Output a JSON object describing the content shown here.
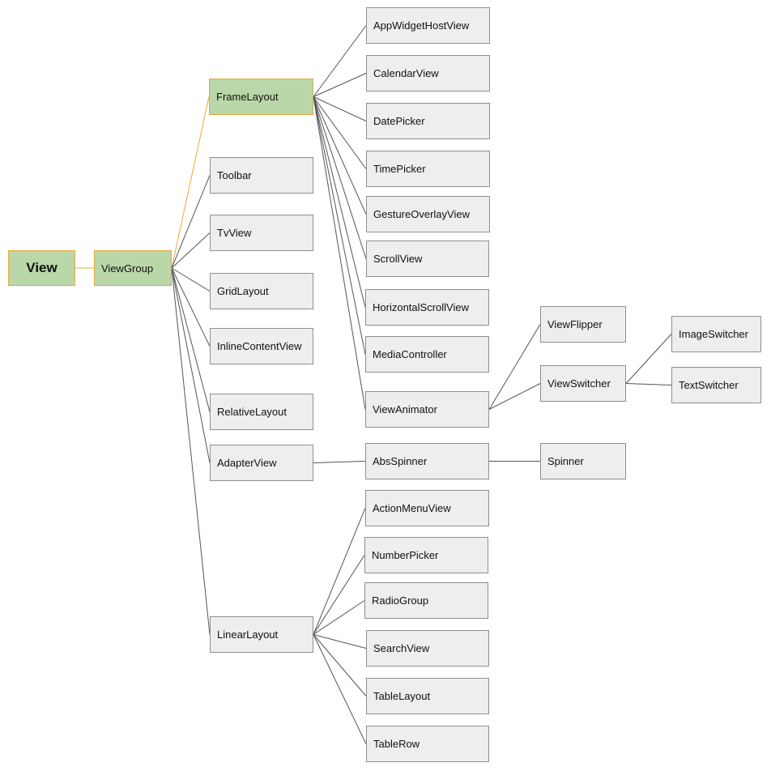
{
  "colors": {
    "box_fill": "#eeeeee",
    "box_border": "#8f8f8f",
    "highlight_fill": "#b9d7a8",
    "highlight_border": "#e6a93a",
    "edge": "#555555",
    "highlight_edge": "#e6a93a"
  },
  "nodes": {
    "view": "View",
    "view_group": "ViewGroup",
    "frame_layout": "FrameLayout",
    "toolbar": "Toolbar",
    "tv_view": "TvView",
    "grid_layout": "GridLayout",
    "inline_content_view": "InlineContentView",
    "relative_layout": "RelativeLayout",
    "adapter_view": "AdapterView",
    "linear_layout": "LinearLayout",
    "app_widget_host_view": "AppWidgetHostView",
    "calendar_view": "CalendarView",
    "date_picker": "DatePicker",
    "time_picker": "TimePicker",
    "gesture_overlay_view": "GestureOverlayView",
    "scroll_view": "ScrollView",
    "horizontal_scroll_view": "HorizontalScrollView",
    "media_controller": "MediaController",
    "view_animator": "ViewAnimator",
    "abs_spinner": "AbsSpinner",
    "action_menu_view": "ActionMenuView",
    "number_picker": "NumberPicker",
    "radio_group": "RadioGroup",
    "search_view": "SearchView",
    "table_layout": "TableLayout",
    "table_row": "TableRow",
    "view_flipper": "ViewFlipper",
    "view_switcher": "ViewSwitcher",
    "spinner": "Spinner",
    "image_switcher": "ImageSwitcher",
    "text_switcher": "TextSwitcher"
  },
  "edges": [
    [
      "view",
      "view_group"
    ],
    [
      "view_group",
      "frame_layout"
    ],
    [
      "view_group",
      "toolbar"
    ],
    [
      "view_group",
      "tv_view"
    ],
    [
      "view_group",
      "grid_layout"
    ],
    [
      "view_group",
      "inline_content_view"
    ],
    [
      "view_group",
      "relative_layout"
    ],
    [
      "view_group",
      "adapter_view"
    ],
    [
      "view_group",
      "linear_layout"
    ],
    [
      "frame_layout",
      "app_widget_host_view"
    ],
    [
      "frame_layout",
      "calendar_view"
    ],
    [
      "frame_layout",
      "date_picker"
    ],
    [
      "frame_layout",
      "time_picker"
    ],
    [
      "frame_layout",
      "gesture_overlay_view"
    ],
    [
      "frame_layout",
      "scroll_view"
    ],
    [
      "frame_layout",
      "horizontal_scroll_view"
    ],
    [
      "frame_layout",
      "media_controller"
    ],
    [
      "frame_layout",
      "view_animator"
    ],
    [
      "adapter_view",
      "abs_spinner"
    ],
    [
      "abs_spinner",
      "spinner"
    ],
    [
      "view_animator",
      "view_flipper"
    ],
    [
      "view_animator",
      "view_switcher"
    ],
    [
      "view_switcher",
      "image_switcher"
    ],
    [
      "view_switcher",
      "text_switcher"
    ],
    [
      "linear_layout",
      "action_menu_view"
    ],
    [
      "linear_layout",
      "number_picker"
    ],
    [
      "linear_layout",
      "radio_group"
    ],
    [
      "linear_layout",
      "search_view"
    ],
    [
      "linear_layout",
      "table_layout"
    ],
    [
      "linear_layout",
      "table_row"
    ]
  ],
  "highlighted_edges": [
    [
      "view",
      "view_group"
    ],
    [
      "view_group",
      "frame_layout"
    ]
  ]
}
